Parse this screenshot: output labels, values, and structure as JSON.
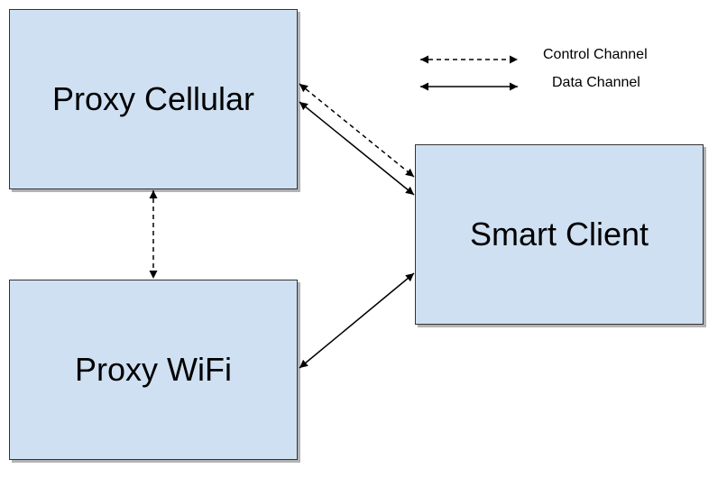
{
  "nodes": {
    "proxy_cellular": {
      "label": "Proxy Cellular"
    },
    "proxy_wifi": {
      "label": "Proxy WiFi"
    },
    "smart_client": {
      "label": "Smart Client"
    }
  },
  "legend": {
    "control": {
      "label": "Control Channel",
      "style": "dashed"
    },
    "data": {
      "label": "Data Channel",
      "style": "solid"
    }
  },
  "edges": [
    {
      "from": "proxy_cellular",
      "to": "smart_client",
      "type": "control",
      "direction": "bidirectional"
    },
    {
      "from": "proxy_cellular",
      "to": "smart_client",
      "type": "data",
      "direction": "bidirectional"
    },
    {
      "from": "proxy_cellular",
      "to": "proxy_wifi",
      "type": "control",
      "direction": "bidirectional"
    },
    {
      "from": "proxy_wifi",
      "to": "smart_client",
      "type": "data",
      "direction": "bidirectional"
    }
  ],
  "colors": {
    "box_fill": "#cfe0f2",
    "box_border": "#333333",
    "box_shadow": "#b3b3b3",
    "line": "#000000",
    "text": "#000000"
  }
}
